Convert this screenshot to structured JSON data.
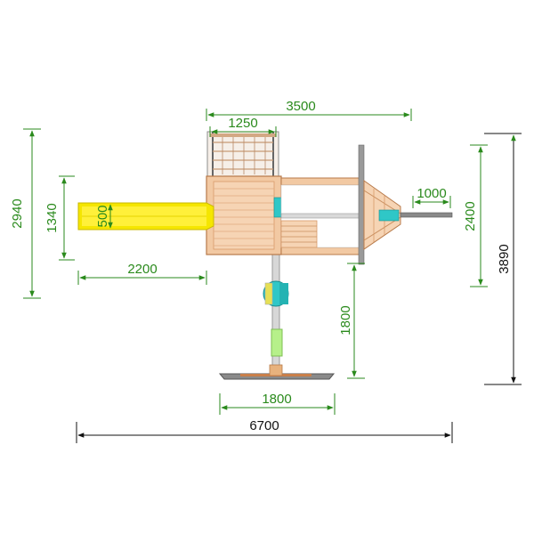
{
  "colors": {
    "dimension_green": "#2a8a1c",
    "dimension_black": "#111111",
    "wood": "#f2c9a3",
    "wood_line": "#d89a6a",
    "slide_yellow": "#f5e600",
    "accent_teal": "#2fc7c7",
    "accent_lime": "#b6f08a",
    "metal_grey": "#7a7a7a"
  },
  "dimensions": {
    "top_span": "3500",
    "roof_width": "1250",
    "slide_outer_height": "2940",
    "slide_inner_height": "1340",
    "slide_width": "500",
    "slide_length": "2200",
    "swing_beam": "1000",
    "right_inner_height": "2400",
    "right_outer_height": "3890",
    "post_height": "1800",
    "bottom_beam": "1800",
    "total_width": "6700"
  }
}
